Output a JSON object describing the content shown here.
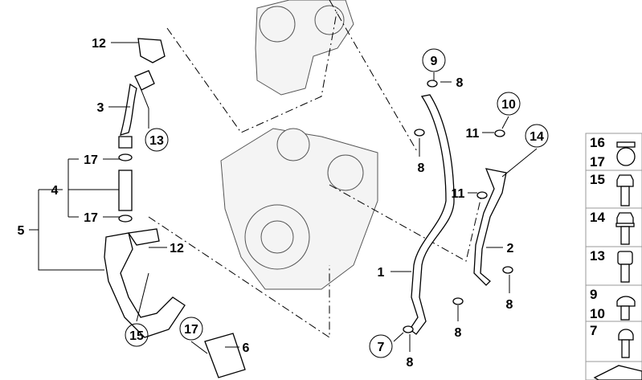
{
  "callouts": [
    {
      "label": "12"
    },
    {
      "label": "3"
    },
    {
      "label": "13"
    },
    {
      "label": "17"
    },
    {
      "label": "4"
    },
    {
      "label": "5"
    },
    {
      "label": "17"
    },
    {
      "label": "12"
    },
    {
      "label": "15"
    },
    {
      "label": "17"
    },
    {
      "label": "6"
    },
    {
      "label": "9"
    },
    {
      "label": "8"
    },
    {
      "label": "8"
    },
    {
      "label": "10"
    },
    {
      "label": "11"
    },
    {
      "label": "14"
    },
    {
      "label": "11"
    },
    {
      "label": "2"
    },
    {
      "label": "1"
    },
    {
      "label": "8"
    },
    {
      "label": "8"
    },
    {
      "label": "7"
    },
    {
      "label": "8"
    }
  ],
  "parts_panel": [
    {
      "labels": [
        "16",
        "17"
      ],
      "icon": "hose-clamp-icon"
    },
    {
      "labels": [
        "15"
      ],
      "icon": "hex-bolt-icon"
    },
    {
      "labels": [
        "14"
      ],
      "icon": "flange-bolt-icon"
    },
    {
      "labels": [
        "13"
      ],
      "icon": "socket-cap-screw-icon"
    },
    {
      "labels": [
        "9",
        "10"
      ],
      "icon": "banjo-bolt-icon"
    },
    {
      "labels": [
        "7"
      ],
      "icon": "banjo-bolt-small-icon"
    },
    {
      "labels": [],
      "icon": "shim-icon"
    }
  ]
}
